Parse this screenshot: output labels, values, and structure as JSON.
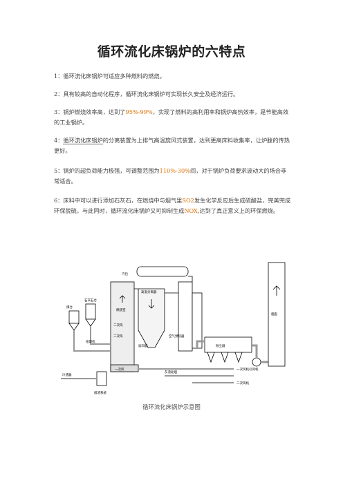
{
  "title": "循环流化床锅炉的六特点",
  "paragraphs": [
    {
      "num": "1：",
      "text": "循环流化床锅炉可适应多种燃料的燃烧。"
    },
    {
      "num": "2：",
      "text": "具有较高的自动化程序，循环流化床锅炉可实现长久安全及经济运行。"
    },
    {
      "num": "3：",
      "pre": "锅炉燃烧效率高，达到了",
      "hl": "95%-99%",
      "post": "，实现了燃料的高利用率和锅炉高热效率，是节能高效的工业锅炉。"
    },
    {
      "num": "4：",
      "underline": "循环流化床锅炉",
      "text": "的分离装置为上排气高温旋风式装置，达到更高床料收集率，让炉膛的传热更好。"
    },
    {
      "num": "5：",
      "pre": "锅炉的超负荷能力极强，可调整范围为",
      "hl": "110%-30%",
      "post": "间，对于锅炉负荷要求波动大的场合非常适合。"
    },
    {
      "num": "6：",
      "pre": "床料中可以进行添加石灰石，在燃烧中与烟气里",
      "hl1": "SO2",
      "mid": "发生化学反应后生成硫酸盐，完美完成环保脱硫，与此同时，循环流化床锅炉又可抑制生成",
      "hl2": "NOX",
      "post": ",达到了真正意义上的环保燃烧。"
    }
  ],
  "diagram": {
    "labels": {
      "top": "汽包",
      "separator": "高温分离器",
      "furnace": "燃烧室",
      "coal_bin": "煤仓",
      "limestone_bin": "石灰石仓",
      "feeder": "给煤机",
      "sec_air_1": "二次风",
      "sec_air_2": "二次风",
      "return": "返料器",
      "primary_air": "一次风",
      "dust": "除尘器",
      "chimney": "烟囱",
      "fan": "引风机",
      "slag": "冷渣器",
      "air_preheater": "空气预热器",
      "blower1": "一次风机",
      "blower2": "二次风机",
      "ash": "灰渣处理",
      "bottom_label": "排渣系统"
    }
  },
  "caption": "循环流化床锅炉示意图",
  "colors": {
    "highlight": "#e07000",
    "line": "#000000",
    "fill": "#dddddd"
  }
}
